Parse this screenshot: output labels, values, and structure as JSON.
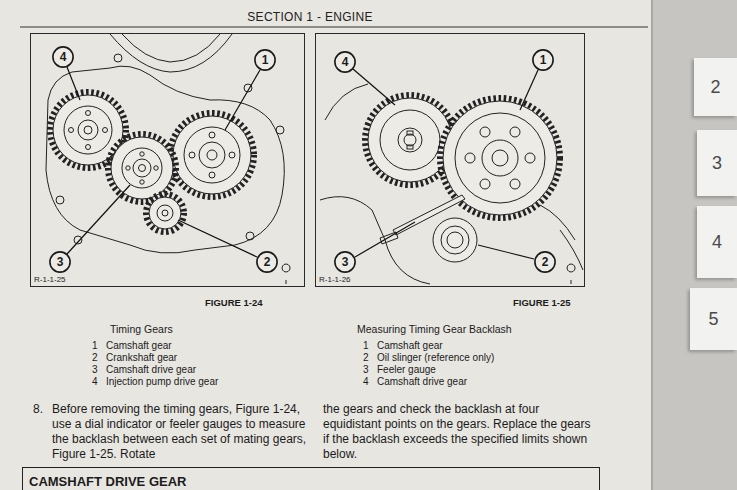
{
  "diagram": {
    "title": "SECTION 1 - ENGINE",
    "nodes": [
      {
        "text": [
          "R-1-1-25"
        ]
      },
      {
        "text": [
          "4"
        ],
        "in": 0
      },
      {
        "text": [
          "1"
        ],
        "in": 0
      },
      {
        "text": [
          "3"
        ],
        "in": 0
      },
      {
        "text": [
          "2"
        ],
        "in": 0
      },
      {
        "text": [
          "R-1-1-26"
        ]
      },
      {
        "text": [
          "4"
        ],
        "in": 5
      },
      {
        "text": [
          "1"
        ],
        "in": 5
      },
      {
        "text": [
          "3"
        ],
        "in": 5
      },
      {
        "text": [
          "2"
        ],
        "in": 5
      },
      {
        "text": [
          "2"
        ]
      },
      {
        "text": [
          "3"
        ]
      },
      {
        "text": [
          "4"
        ]
      },
      {
        "text": [
          "5"
        ]
      },
      {
        "text": [
          "CAMSHAFT DRIVE GEAR"
        ]
      }
    ],
    "labels": [
      "FIGURE 1-24",
      "FIGURE 1-25",
      "Timing Gears",
      "1",
      "Camshaft gear",
      "2",
      "Crankshaft gear",
      "3",
      "Camshaft drive gear",
      "4",
      "Injection pump drive gear",
      "Measuring Timing Gear Backlash",
      "1",
      "Camshaft gear",
      "2",
      "Oil slinger (reference only)",
      "3",
      "Feeler gauge",
      "4",
      "Camshaft drive gear",
      "8.",
      "Before removing the timing gears, Figure 1-24, use a dial indicator or feeler gauges to measure the backlash between each set of mating gears, Figure 1-25. Rotate",
      "the gears and check the backlash at four equidistant points on the gears. Replace the gears if the backlash exceeds the specified limits shown below."
    ]
  }
}
